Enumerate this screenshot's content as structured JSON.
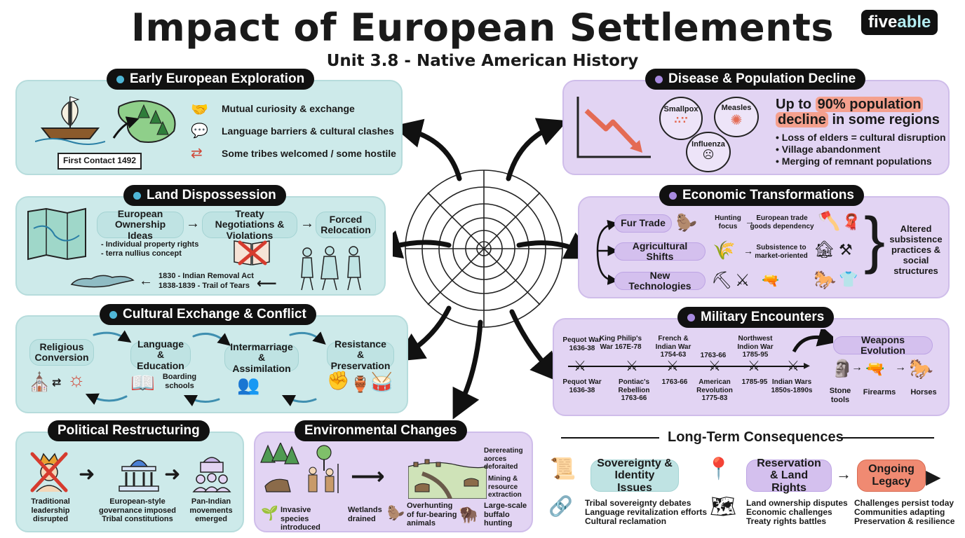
{
  "header": {
    "title": "Impact of European Settlements",
    "subtitle": "Unit 3.8 - Native American History",
    "logo_a": "five",
    "logo_b": "able"
  },
  "exploration": {
    "title": "Early European Exploration",
    "banner": "First Contact 1492",
    "items": [
      "Mutual curiosity & exchange",
      "Language barriers & cultural clashes",
      "Some tribes welcomed / some hostile"
    ]
  },
  "land": {
    "title": "Land Dispossession",
    "steps": [
      "European Ownership Ideas",
      "Treaty Negotiations & Violations",
      "Forced Relocation"
    ],
    "notes": [
      "- Individual property rights",
      "- terra nullius concept"
    ],
    "events": [
      "1830 - Indian Removal Act",
      "1838-1839 - Trail of Tears"
    ]
  },
  "cultural": {
    "title": "Cultural Exchange & Conflict",
    "steps": [
      "Religious Conversion",
      "Language & Education",
      "Intermarriage & Assimilation",
      "Resistance & Preservation"
    ],
    "boarding": "Boarding schools"
  },
  "political": {
    "title": "Political Restructuring",
    "items": [
      "Traditional leadership disrupted",
      "European-style governance imposed Tribal constitutions",
      "Pan-Indian movements emerged"
    ]
  },
  "environment": {
    "title": "Environmental Changes",
    "notes_right": [
      "Derereating aorces deforaited",
      "Mining & resource extraction"
    ],
    "bottom": [
      "Invasive species introduced",
      "Wetlands drained",
      "Overhunting of fur-bearing animals",
      "Large-scale buffalo hunting"
    ]
  },
  "disease": {
    "title": "Disease & Population Decline",
    "diseases": [
      "Smallpox",
      "Measles",
      "Influenza"
    ],
    "headline_pre": "Up to ",
    "headline_hl1": "90% population",
    "headline_hl2": "decline",
    "headline_post": " in some regions",
    "bullets": [
      "• Loss of elders = cultural disruption",
      "• Village abandonment",
      "• Merging of remnant populations"
    ]
  },
  "economic": {
    "title": "Economic Transformations",
    "rows": [
      "Fur Trade",
      "Agricultural Shifts",
      "New Technologies"
    ],
    "fur_a": "Hunting focus",
    "fur_b": "European trade goods dependency",
    "agri": "Subsistence to market-oriented",
    "summary": "Altered subsistence practices & social structures"
  },
  "military": {
    "title": "Military Encounters",
    "top_events": [
      "Pequot War 1636-38",
      "King Philip's War 167E-78",
      "French & Indian War 1754-63",
      "1763-66",
      "Northwest Indion War 1785-95"
    ],
    "bottom_events": [
      "Pequot War 1636-38",
      "Pontiac's Rebellion 1763-66",
      "1763-66",
      "American Revolution 1775-83",
      "1785-95",
      "Indian Wars 1850s-1890s"
    ],
    "weapons_title": "Weapons Evolution",
    "weapons": [
      "Stone tools",
      "Firearms",
      "Horses"
    ]
  },
  "consequences": {
    "title": "Long-Term Consequences",
    "pills": [
      "Sovereignty & Identity Issues",
      "Reservation & Land Rights",
      "Ongoing Legacy"
    ],
    "sov": [
      "Tribal sovereignty debates",
      "Language revitalization efforts",
      "Cultural reclamation"
    ],
    "res": [
      "Land ownership disputes",
      "Economic challenges",
      "Treaty rights battles"
    ],
    "leg": [
      "Challenges persist today",
      "Communities adapting",
      "Preservation & resilience"
    ]
  },
  "colors": {
    "teal_panel": "#cdeaea",
    "lavender_panel": "#e2d4f3",
    "highlight": "#f4a08e",
    "legacy_pill": "#f08a72"
  }
}
